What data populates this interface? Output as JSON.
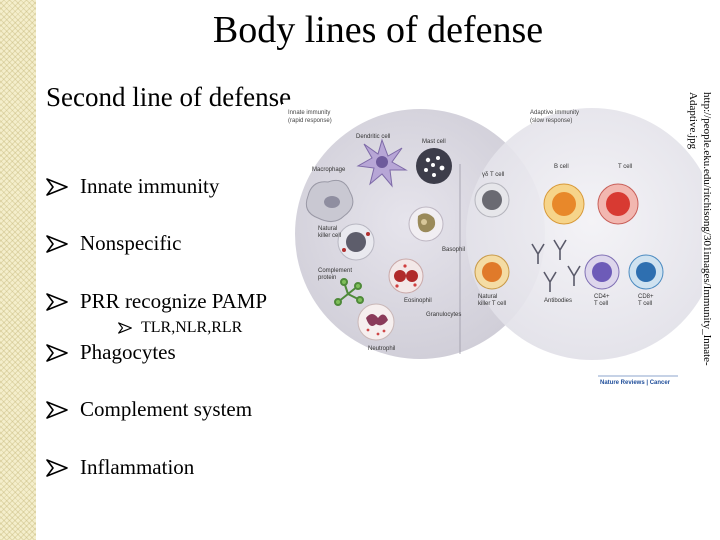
{
  "slide": {
    "title": "Body lines of defense",
    "subtitle": "Second line of defense",
    "bullets": [
      "Innate immunity",
      "Nonspecific",
      "PRR recognize PAMP",
      "Phagocytes",
      "Complement system",
      "Inflammation"
    ],
    "sub_bullet": "TLR,NLR,RLR",
    "source_note": "http://people.eku.edu/ritchisong/301images/Immunity_Innate-Adaptive.jpg"
  },
  "figure": {
    "innate_header": "Innate immunity",
    "innate_sub": "(rapid response)",
    "adaptive_header": "Adaptive immunity",
    "adaptive_sub": "(slow response)",
    "labels": {
      "dendritic": "Dendritic cell",
      "mast": "Mast cell",
      "macrophage": "Macrophage",
      "basophil": "Basophil",
      "nk": "Natural\nkiller cell",
      "complement": "Complement\nprotein",
      "eosinophil": "Eosinophil",
      "granulocytes": "Granulocytes",
      "neutrophil": "Neutrophil",
      "gdt": "γδ T cell",
      "nkt": "Natural\nkiller T cell",
      "bcell": "B cell",
      "tcell": "T cell",
      "antibodies": "Antibodies",
      "cd4": "CD4+\nT cell",
      "cd8": "CD8+\nT cell"
    },
    "credit": "Nature Reviews | Cancer"
  },
  "colors": {
    "sidebar": "#f4eecb",
    "innate_circle": "#d9d7df",
    "adaptive_circle": "#ebe9f0",
    "credit_blue": "#1f4e9a"
  }
}
